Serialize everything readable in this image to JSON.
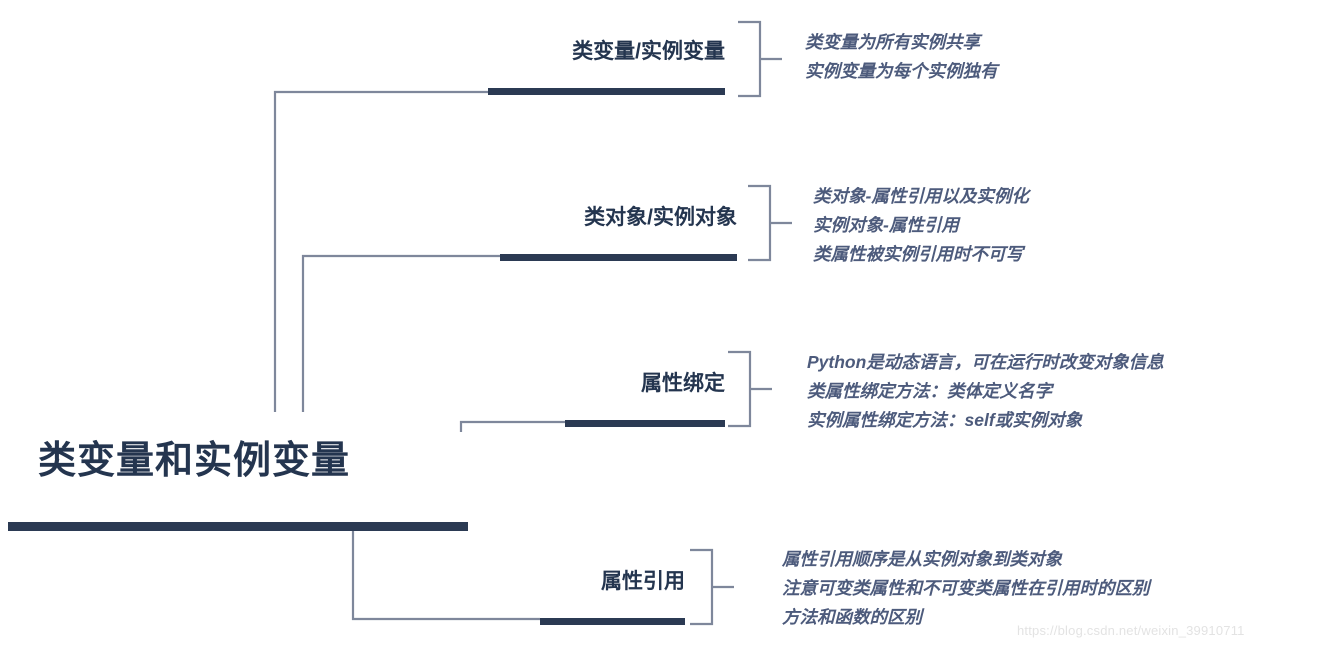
{
  "diagram": {
    "type": "mind-map",
    "root": {
      "title": "类变量和实例变量"
    },
    "branches": [
      {
        "id": "class-instance-variable",
        "label": "类变量/实例变量",
        "details": [
          "类变量为所有实例共享",
          "实例变量为每个实例独有"
        ]
      },
      {
        "id": "class-instance-object",
        "label": "类对象/实例对象",
        "details": [
          "类对象-属性引用以及实例化",
          "实例对象-属性引用",
          "类属性被实例引用时不可写"
        ]
      },
      {
        "id": "attribute-binding",
        "label": "属性绑定",
        "details": [
          "Python是动态语言，可在运行时改变对象信息",
          "类属性绑定方法：类体定义名字",
          "实例属性绑定方法：self或实例对象"
        ]
      },
      {
        "id": "attribute-reference",
        "label": "属性引用",
        "details": [
          "属性引用顺序是从实例对象到类对象",
          "注意可变类属性和不可变类属性在引用时的区别",
          "方法和函数的区别"
        ]
      }
    ],
    "watermark": "https://blog.csdn.net/weixin_39910711",
    "colors": {
      "node_text": "#24354f",
      "node_bar": "#2b3a53",
      "detail_text": "#4d5b7c",
      "connector": "#7e879b",
      "background": "#ffffff",
      "watermark": "#e3e3e3"
    }
  }
}
